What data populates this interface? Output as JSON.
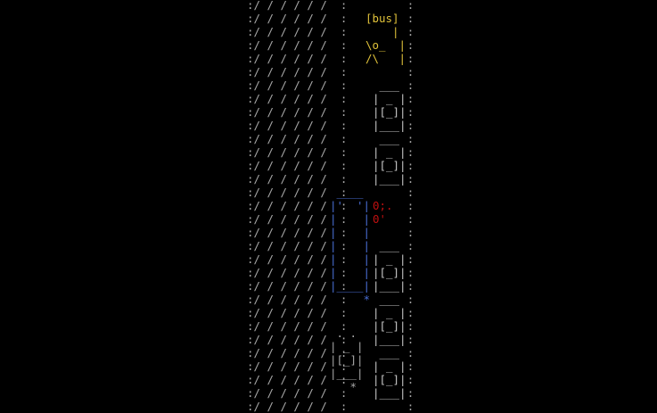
{
  "colors": {
    "background": "#000000",
    "road": "#a8a8a8",
    "bus_stop": "#e0c23a",
    "bus": "#4a6fd6",
    "player_car": "#a8a8a8",
    "parked_car": "#c8c8c8",
    "pedestrian": "#c01010"
  },
  "road": {
    "lines": [
      ":/ / / / / /  :         :",
      ":/ / / / / /  :         :",
      ":/ / / / / /  :         :",
      ":/ / / / / /  :         :",
      ":/ / / / / /  :         :",
      ":/ / / / / /  :         :",
      ":/ / / / / /  :         :",
      ":/ / / / / /  :         :",
      ":/ / / / / /  :         :",
      ":/ / / / / /  :         :",
      ":/ / / / / /  :         :",
      ":/ / / / / /  :         :",
      ":/ / / / / /  :         :",
      ":/ / / / / /  :         :",
      ":/ / / / / /  :         :",
      ":/ / / / / /  :         :",
      ":/ / / / / /  :         :",
      ":/ / / / / /  :         :",
      ":/ / / / / /  :         :",
      ":/ / / / / /  :         :",
      ":/ / / / / /  :         :",
      ":/ / / / / /  :         :",
      ":/ / / / / /  :         :",
      ":/ / / / / /  :         :",
      ":/ / / / / /  :         :",
      ":/ / / / / /  :         :",
      ":/ / / / / /  :         :",
      ":/ / / / / /  :         :",
      ":/ / / / / /  :         :",
      ":/ / / / / /  :         :",
      ":/ / / / / /  :         :",
      ":/ / / / / /  :         :"
    ]
  },
  "bus_stop": {
    "lines": [
      "[bus]",
      "    |",
      "\\o_  |",
      "/\\   |"
    ]
  },
  "parked_cars": [
    {
      "lines": [
        " ___",
        "| _ |",
        "|[_]|",
        "|___|"
      ]
    },
    {
      "lines": [
        " ___",
        "| _ |",
        "|[_]|",
        "|___|"
      ]
    },
    {
      "lines": [
        " ___",
        "| _ |",
        "|[_]|",
        "|___|"
      ]
    },
    {
      "lines": [
        " ___",
        "| _ |",
        "|[_]|",
        "|___|"
      ]
    },
    {
      "lines": [
        " ___",
        "| _ |",
        "|[_]|",
        "|___|"
      ]
    }
  ],
  "bus": {
    "lines": [
      " ____",
      "|'  '|",
      "|    |",
      "|    |",
      "|    |",
      "|    |",
      "|    |",
      "|____|",
      "     *"
    ]
  },
  "pedestrians": {
    "lines": [
      "0;.",
      "0'"
    ]
  },
  "player_car": {
    "lines": [
      " . .",
      "| _ |",
      "|[_]|",
      "|___|",
      "   *"
    ]
  }
}
